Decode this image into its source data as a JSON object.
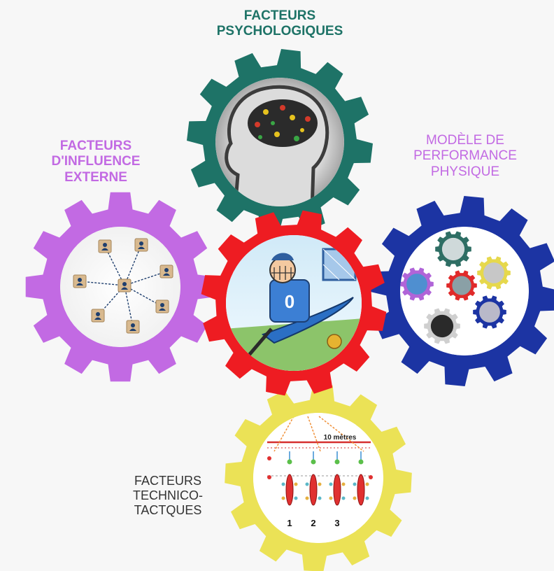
{
  "labels": {
    "psychological": [
      "FACTEURS",
      "PSYCHOLOGIQUES"
    ],
    "external": [
      "FACTEURS",
      "D'INFLUENCE",
      "EXTERNE"
    ],
    "physical": [
      "MODÈLE DE",
      "PERFORMANCE",
      "PHYSIQUE"
    ],
    "technical": [
      "FACTEURS",
      "TECHNICO-",
      "TACTQUES"
    ]
  },
  "colors": {
    "psychological_gear": "#1e7367",
    "psychological_text": "#1e7367",
    "external_gear": "#c26ae3",
    "external_text": "#c26ae3",
    "physical_gear": "#1c34a3",
    "physical_text": "#c26ae3",
    "center_gear": "#ee1c22",
    "technical_gear": "#ebe256",
    "technical_text": "#333333"
  },
  "technical_diagram": {
    "distance_label": "10 mètres",
    "lane_numbers": [
      "1",
      "2",
      "3"
    ]
  },
  "center_image": {
    "jersey_number": "0"
  },
  "icons": {
    "psychological": "brain-icon",
    "external": "network-people-icon",
    "center": "canoe-polo-player-icon",
    "physical": "mini-gears-icon",
    "technical": "kayak-lanes-icon"
  }
}
